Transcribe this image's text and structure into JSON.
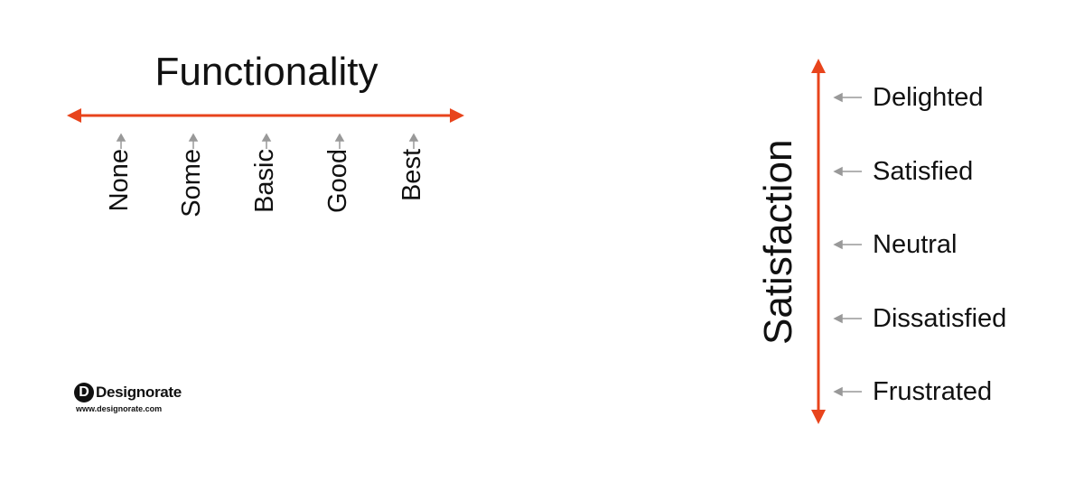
{
  "functionality": {
    "title": "Functionality",
    "levels": [
      "None",
      "Some",
      "Basic",
      "Good",
      "Best"
    ]
  },
  "satisfaction": {
    "title": "Satisfaction",
    "levels": [
      "Delighted",
      "Satisfied",
      "Neutral",
      "Dissatisfied",
      "Frustrated"
    ]
  },
  "logo": {
    "mark": "D",
    "name": "Designorate",
    "url": "www.designorate.com"
  },
  "colors": {
    "axis": "#e8441c",
    "pointer": "#999999",
    "text": "#111111"
  }
}
